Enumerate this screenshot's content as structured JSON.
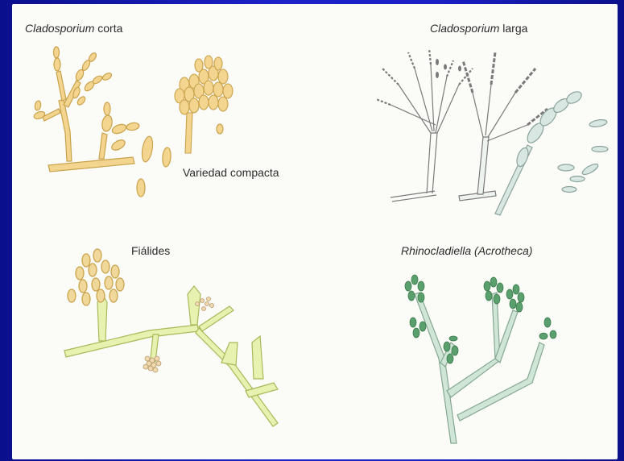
{
  "labels": {
    "cladosporium_corta": {
      "genus": "Cladosporium",
      "suffix": " corta"
    },
    "variedad_compacta": "Variedad compacta",
    "cladosporium_larga": {
      "genus": "Cladosporium",
      "suffix": " larga"
    },
    "fialides": "Fiálides",
    "rhinocladiella": "Rhinocladiella (Acrotheca)"
  },
  "colors": {
    "background_blue": "#1b20c4",
    "panel": "#fbfbf7",
    "corta_fill": "#f3d590",
    "corta_stroke": "#c9a24a",
    "larga_stroke": "#7a7a7a",
    "larga_fill": "#d9e7e2",
    "fialides_fill": "#e8f2b0",
    "fialides_stroke": "#a7b95a",
    "rhino_fill": "#cfe5d6",
    "rhino_spore": "#5aa06c"
  }
}
